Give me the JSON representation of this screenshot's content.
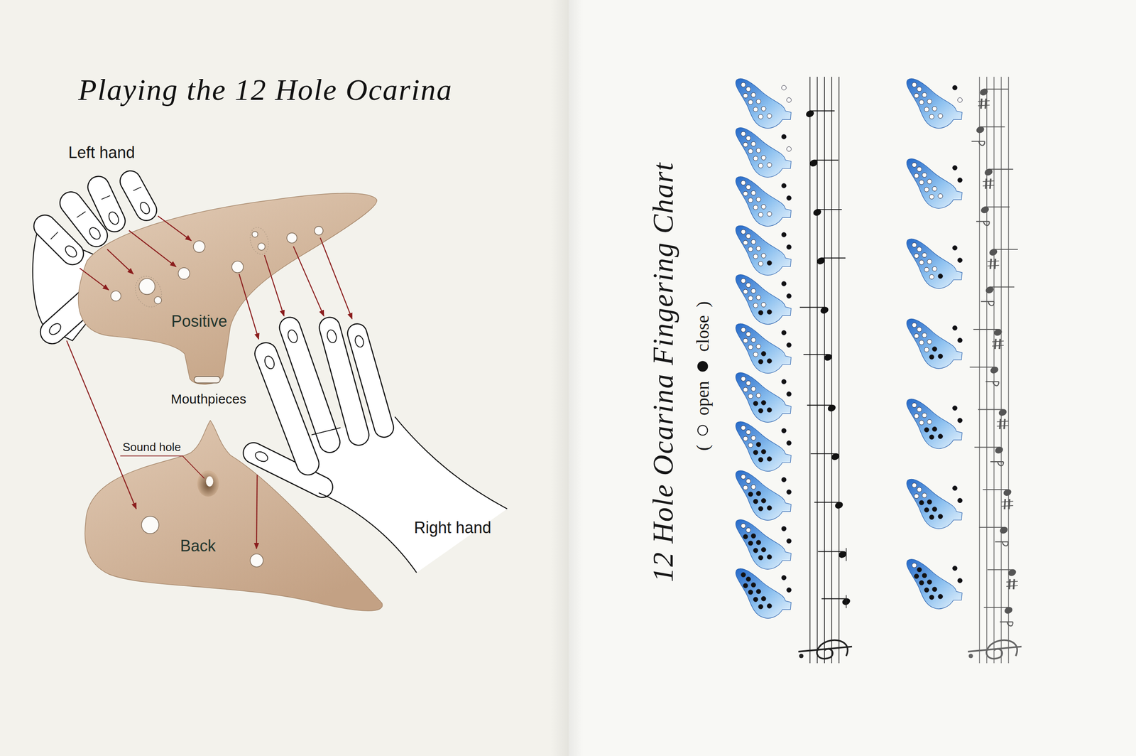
{
  "diagram": {
    "title": "Playing the 12 Hole Ocarina",
    "nodes": [
      {
        "text": [
          "Positive"
        ]
      },
      {
        "text": [
          "Back"
        ]
      }
    ],
    "labels": [
      "Left hand",
      "Mouthpieces",
      "Sound hole",
      "Right hand",
      "12 Hole Ocarina Fingering Chart",
      "(",
      ")"
    ],
    "legend": [
      {
        "text": "open"
      },
      {
        "text": "close"
      }
    ]
  }
}
